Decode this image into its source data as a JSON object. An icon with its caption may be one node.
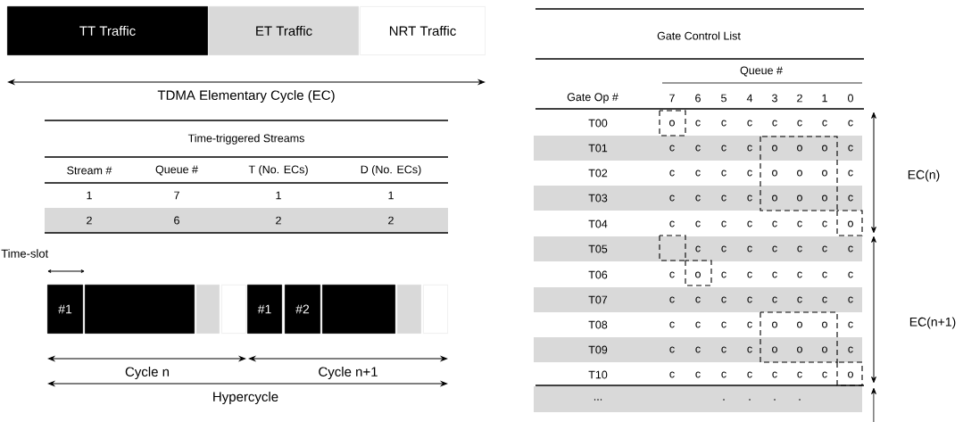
{
  "diagram": {
    "nodes": [
      {
        "text": [
          "TT Traffic"
        ]
      },
      {
        "text": [
          "ET Traffic"
        ]
      },
      {
        "text": [
          "NRT Traffic"
        ]
      },
      {
        "text": [
          "#1"
        ]
      },
      {
        "text": [],
        "shape": "box"
      },
      {
        "text": [],
        "shape": "box"
      },
      {
        "text": [],
        "shape": "box"
      },
      {
        "text": [
          "#1"
        ]
      },
      {
        "text": [
          "#2"
        ]
      },
      {
        "text": [],
        "shape": "box"
      },
      {
        "text": [],
        "shape": "box"
      },
      {
        "text": [],
        "shape": "box"
      }
    ],
    "labels": [
      "TDMA Elementary Cycle (EC)",
      "Time-triggered Streams",
      "Stream #",
      "Queue #",
      "T (No. ECs)",
      "D (No. ECs)",
      "1",
      "7",
      "1",
      "1",
      "2",
      "6",
      "2",
      "2",
      "Time-slot",
      "Cycle n",
      "Cycle n+1",
      "Hypercycle",
      "Gate Control List",
      "Queue #",
      "Gate Op #",
      "7",
      "6",
      "5",
      "4",
      "3",
      "2",
      "1",
      "0",
      "T00",
      "o",
      "c",
      "c",
      "c",
      "c",
      "c",
      "c",
      "c",
      "T01",
      "c",
      "c",
      "c",
      "c",
      "o",
      "o",
      "o",
      "c",
      "T02",
      "c",
      "c",
      "c",
      "c",
      "o",
      "o",
      "o",
      "c",
      "T03",
      "c",
      "c",
      "c",
      "c",
      "o",
      "o",
      "o",
      "c",
      "T04",
      "c",
      "c",
      "c",
      "c",
      "c",
      "c",
      "c",
      "o",
      "T05",
      "c",
      "c",
      "c",
      "c",
      "c",
      "c",
      "c",
      "T06",
      "c",
      "o",
      "c",
      "c",
      "c",
      "c",
      "c",
      "c",
      "T07",
      "c",
      "c",
      "c",
      "c",
      "c",
      "c",
      "c",
      "c",
      "T08",
      "c",
      "c",
      "c",
      "c",
      "o",
      "o",
      "o",
      "c",
      "T09",
      "c",
      "c",
      "c",
      "c",
      "o",
      "o",
      "o",
      "c",
      "T10",
      "c",
      "c",
      "c",
      "c",
      "c",
      "c",
      "c",
      "o",
      "...",
      ".",
      ".",
      ".",
      ".",
      "EC(n)",
      "EC(n+1)"
    ]
  }
}
